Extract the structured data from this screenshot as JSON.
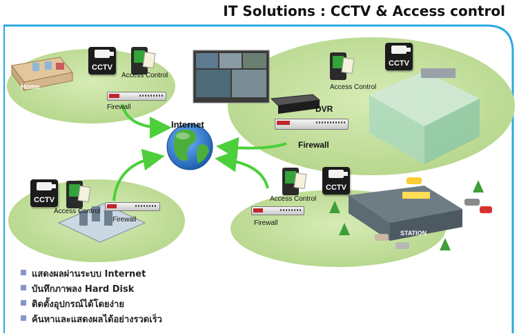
{
  "title": "IT Solutions : CCTV & Access control",
  "internet_label": "Internet",
  "home_label": "Home",
  "station_label": "STATION",
  "sites": {
    "home": {
      "cctv": "CCTV",
      "access": "Access Control",
      "firewall": "Firewall"
    },
    "office": {
      "cctv": "CCTV",
      "access": "Access Control",
      "dvr": "DVR",
      "firewall": "Firewall"
    },
    "datacenter": {
      "cctv": "CCTV",
      "access": "Access Control",
      "firewall": "Firewall"
    },
    "station": {
      "cctv": "CCTV",
      "access": "Access Control",
      "firewall": "Firewall"
    }
  },
  "bullets": [
    "แสดงผลผ่านระบบ Internet",
    "บันทึกภาพลง  Hard Disk",
    "ติดตั้งอุปกรณ์ได้โดยง่าย",
    "ค้นหาและแสดงผลได้อย่างรวดเร็ว"
  ],
  "colors": {
    "frame": "#29a9e1",
    "ellipse": "#bfdc94",
    "arrow": "#4ccf3a",
    "globe_sea": "#2f7fd0",
    "globe_land": "#4caf3b"
  }
}
